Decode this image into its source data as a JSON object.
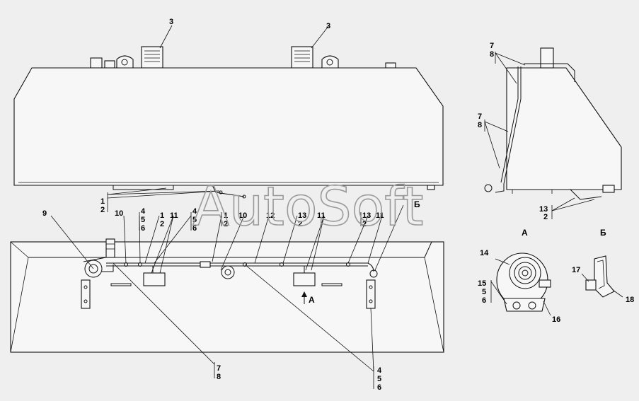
{
  "watermark": "AutoSoft",
  "views": {
    "view_a_title": "А",
    "view_b_title": "Б",
    "arrow_a_label": "А",
    "arrow_b_label": "Б"
  },
  "callouts": {
    "c3a": "3",
    "c3b": "3",
    "c1a": "1",
    "c2a": "2",
    "c9": "9",
    "c10a": "10",
    "c4a": "4",
    "c5a": "5",
    "c6a": "6",
    "c1b": "1",
    "c2b": "2",
    "c11a": "11",
    "c4b": "4",
    "c5b": "5",
    "c6b": "6",
    "c1c": "1",
    "c2c": "2",
    "c10b": "10",
    "c12": "12",
    "c13a": "13",
    "c2d": "2",
    "c11b": "11",
    "c13b": "13",
    "c2e": "2",
    "c11c": "11",
    "c7a": "7",
    "c8a": "8",
    "c4c": "4",
    "c5c": "5",
    "c6c": "6",
    "c7b": "7",
    "c8b": "8",
    "c7c": "7",
    "c8c": "8",
    "c13c": "13",
    "c2f": "2",
    "c14": "14",
    "c15": "15",
    "c5d": "5",
    "c6d": "6",
    "c16": "16",
    "c17": "17",
    "c18": "18"
  }
}
